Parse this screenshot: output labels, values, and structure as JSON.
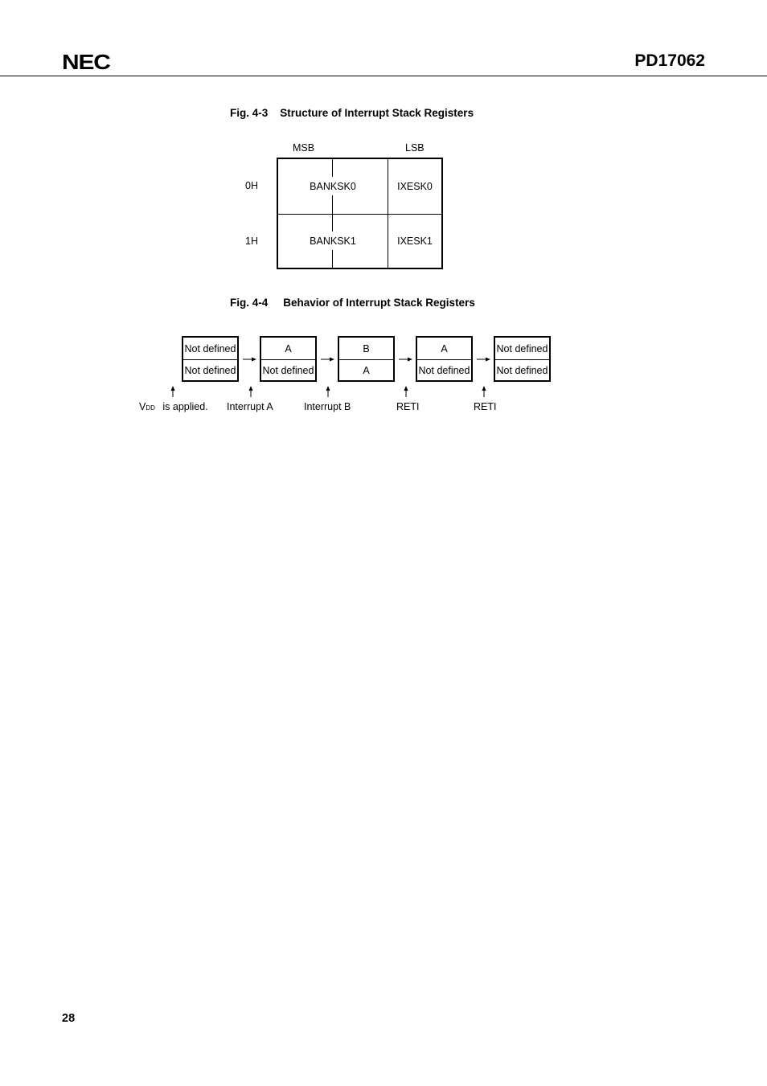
{
  "header": {
    "logo": "NEC",
    "part_number": "PD17062"
  },
  "fig_4_3": {
    "number": "Fig. 4-3",
    "title": "Structure of Interrupt Stack Registers",
    "col_msb": "MSB",
    "col_lsb": "LSB",
    "rows": [
      {
        "address": "0H",
        "msb": "BANKSK0",
        "lsb": "IXESK0"
      },
      {
        "address": "1H",
        "msb": "BANKSK1",
        "lsb": "IXESK1"
      }
    ]
  },
  "fig_4_4": {
    "number": "Fig. 4-4",
    "title": "Behavior of Interrupt Stack Registers",
    "states": [
      {
        "top": "Not defined",
        "bottom": "Not defined"
      },
      {
        "top": "A",
        "bottom": "Not defined"
      },
      {
        "top": "B",
        "bottom": "A"
      },
      {
        "top": "A",
        "bottom": "Not defined"
      },
      {
        "top": "Not defined",
        "bottom": "Not defined"
      }
    ],
    "events": [
      {
        "main": "V",
        "sub": "DD",
        "rest": " is applied."
      },
      {
        "main": "Interrupt A"
      },
      {
        "main": "Interrupt B"
      },
      {
        "main": "RETI"
      },
      {
        "main": "RETI"
      }
    ]
  },
  "footer": {
    "page_number": "28"
  }
}
